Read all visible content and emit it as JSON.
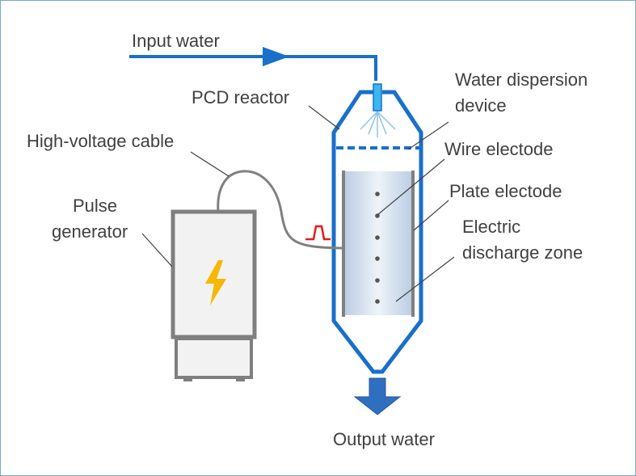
{
  "labels": {
    "input_water": "Input water",
    "pcd_reactor": "PCD reactor",
    "water_dispersion_line1": "Water dispersion",
    "water_dispersion_line2": "device",
    "high_voltage_cable": "High-voltage cable",
    "wire_electrode": "Wire electode",
    "plate_electrode": "Plate electode",
    "pulse_line1": "Pulse",
    "pulse_line2": "generator",
    "discharge_line1": "Electric",
    "discharge_line2": "discharge zone",
    "output_water": "Output water"
  },
  "icons": {
    "generator_symbol": "lightning-bolt-icon",
    "pulse_symbol": "square-pulse-icon",
    "output_arrow": "arrow-down-icon"
  },
  "colors": {
    "reactor_blue": "#1a6fc9",
    "nozzle": "#3cb6ef",
    "pulse_red": "#e41b1b",
    "bolt": "#f5b800",
    "generator_gray": "#7f7f7f",
    "output_arrow": "#2f6fbf"
  }
}
